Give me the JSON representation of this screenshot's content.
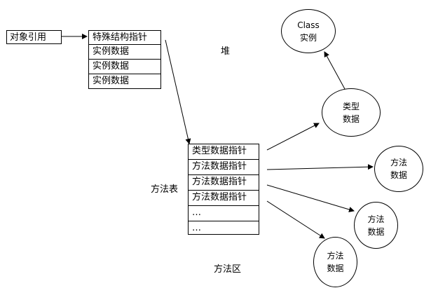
{
  "object_ref": "对象引用",
  "heap": {
    "label": "堆",
    "rows": [
      "特殊结构指针",
      "实例数据",
      "实例数据",
      "实例数据"
    ]
  },
  "method_table": {
    "label": "方法表",
    "rows": [
      "类型数据指针",
      "方法数据指针",
      "方法数据指针",
      "方法数据指针",
      "…",
      "…"
    ]
  },
  "method_area_label": "方法区",
  "class_instance": {
    "line1": "Class",
    "line2": "实例"
  },
  "type_data": {
    "line1": "类型",
    "line2": "数据"
  },
  "method_data": [
    {
      "line1": "方法",
      "line2": "数据"
    },
    {
      "line1": "方法",
      "line2": "数据"
    },
    {
      "line1": "方法",
      "line2": "数据"
    }
  ]
}
